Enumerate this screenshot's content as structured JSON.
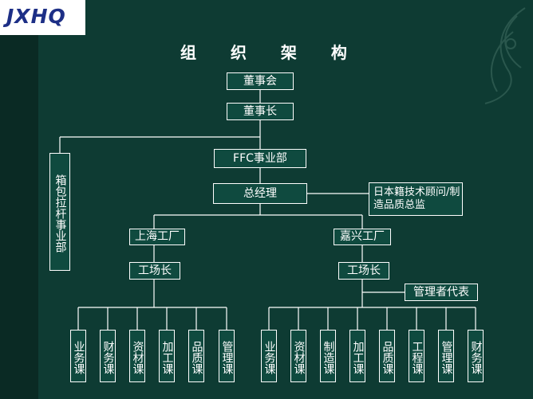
{
  "logo": {
    "text": "JXHQ"
  },
  "title": "组 织 架 构",
  "nodes": {
    "board": "董事会",
    "chairman": "董事长",
    "ffc": "FFC事业部",
    "box_division": "箱包拉杆事业部",
    "gm": "总经理",
    "advisor": "日本籍技术顾问/制造品质总监",
    "shanghai": "上海工厂",
    "jiaxing": "嘉兴工厂",
    "sh_manager": "工场长",
    "jx_manager": "工场长",
    "mgmt_rep": "管理者代表"
  },
  "sh_departments": [
    "业务课",
    "财务课",
    "资材课",
    "加工课",
    "品质课",
    "管理课"
  ],
  "jx_departments": [
    "业务课",
    "资材课",
    "制造课",
    "加工课",
    "品质课",
    "工程课",
    "管理课",
    "财务课"
  ],
  "colors": {
    "background": "#0e3b33",
    "box_fill": "#0f4a3f",
    "line": "#ffffff",
    "logo": "#1d2f86"
  }
}
